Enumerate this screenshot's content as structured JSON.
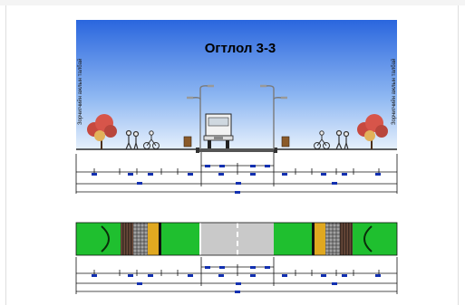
{
  "section": {
    "title": "Огтлол 3-3",
    "side_label_left": "Зорчигчийн ажлын талбай",
    "side_label_right": "Зорчигчийн ажлын талбай"
  },
  "colors": {
    "sky": "#2f6fe0",
    "sky_light": "#cfe2fb",
    "grass": "#1fbf2f",
    "road": "#c9c9c9",
    "dimension_mark": "#1230b0",
    "bike_lane": "#e0a820"
  },
  "icons": {
    "tree": "tree-icon",
    "cyclist": "cyclist-icon",
    "pedestrian": "pedestrian-icon",
    "truck": "truck-icon",
    "street_lamp": "street-lamp-icon"
  }
}
